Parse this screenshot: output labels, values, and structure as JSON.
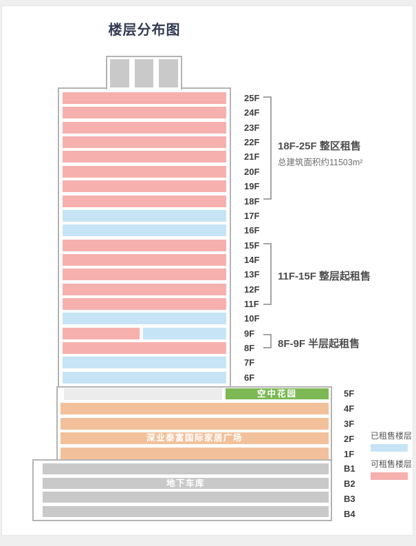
{
  "title": "楼层分布图",
  "colors": {
    "available": "#f6b0ae",
    "rented": "#c6e4f5",
    "garden": "#7cb955",
    "mall": "#f2c19b",
    "garage": "#c9c9c9",
    "floor5": "#ececec",
    "roofBlock": "#c9c9c9",
    "outline": "#b3b3b3",
    "bracket": "#a3a3a3"
  },
  "tower_floors": [
    {
      "label": "25F",
      "segments": [
        {
          "status": "available",
          "flex": 1
        }
      ]
    },
    {
      "label": "24F",
      "segments": [
        {
          "status": "available",
          "flex": 1
        }
      ]
    },
    {
      "label": "23F",
      "segments": [
        {
          "status": "available",
          "flex": 1
        }
      ]
    },
    {
      "label": "22F",
      "segments": [
        {
          "status": "available",
          "flex": 1
        }
      ]
    },
    {
      "label": "21F",
      "segments": [
        {
          "status": "available",
          "flex": 1
        }
      ]
    },
    {
      "label": "20F",
      "segments": [
        {
          "status": "available",
          "flex": 1
        }
      ]
    },
    {
      "label": "19F",
      "segments": [
        {
          "status": "available",
          "flex": 1
        }
      ]
    },
    {
      "label": "18F",
      "segments": [
        {
          "status": "available",
          "flex": 1
        }
      ]
    },
    {
      "label": "17F",
      "segments": [
        {
          "status": "rented",
          "flex": 1
        }
      ]
    },
    {
      "label": "16F",
      "segments": [
        {
          "status": "rented",
          "flex": 1
        }
      ]
    },
    {
      "label": "15F",
      "segments": [
        {
          "status": "available",
          "flex": 1
        }
      ]
    },
    {
      "label": "14F",
      "segments": [
        {
          "status": "available",
          "flex": 1
        }
      ]
    },
    {
      "label": "13F",
      "segments": [
        {
          "status": "available",
          "flex": 1
        }
      ]
    },
    {
      "label": "12F",
      "segments": [
        {
          "status": "available",
          "flex": 1
        }
      ]
    },
    {
      "label": "11F",
      "segments": [
        {
          "status": "available",
          "flex": 1
        }
      ]
    },
    {
      "label": "10F",
      "segments": [
        {
          "status": "rented",
          "flex": 1
        }
      ]
    },
    {
      "label": "9F",
      "segments": [
        {
          "status": "available",
          "flex": 48
        },
        {
          "status": "rented",
          "flex": 52
        }
      ]
    },
    {
      "label": "8F",
      "segments": [
        {
          "status": "available",
          "flex": 1
        }
      ]
    },
    {
      "label": "7F",
      "segments": [
        {
          "status": "rented",
          "flex": 1
        }
      ]
    },
    {
      "label": "6F",
      "segments": [
        {
          "status": "rented",
          "flex": 1
        }
      ]
    }
  ],
  "annotations": {
    "zone_18_25": {
      "title": "18F-25F 整区租售",
      "subtitle": "总建筑面积约11503m²"
    },
    "zone_11_15": {
      "title": "11F-15F 整层起租售"
    },
    "zone_8_9": {
      "title": "8F-9F 半层起租售"
    }
  },
  "floor5": {
    "label": "5F",
    "garden_label": "空中花园"
  },
  "podium_floors": [
    {
      "label": "4F",
      "text": ""
    },
    {
      "label": "3F",
      "text": ""
    },
    {
      "label": "2F",
      "text": "深业泰富国际家居广场"
    },
    {
      "label": "1F",
      "text": ""
    }
  ],
  "basement_floors": [
    {
      "label": "B1",
      "text": ""
    },
    {
      "label": "B2",
      "text": "地下车库"
    },
    {
      "label": "B3",
      "text": ""
    },
    {
      "label": "B4",
      "text": ""
    }
  ],
  "legend": {
    "rented_label": "已租售楼层",
    "available_label": "可租售楼层"
  }
}
